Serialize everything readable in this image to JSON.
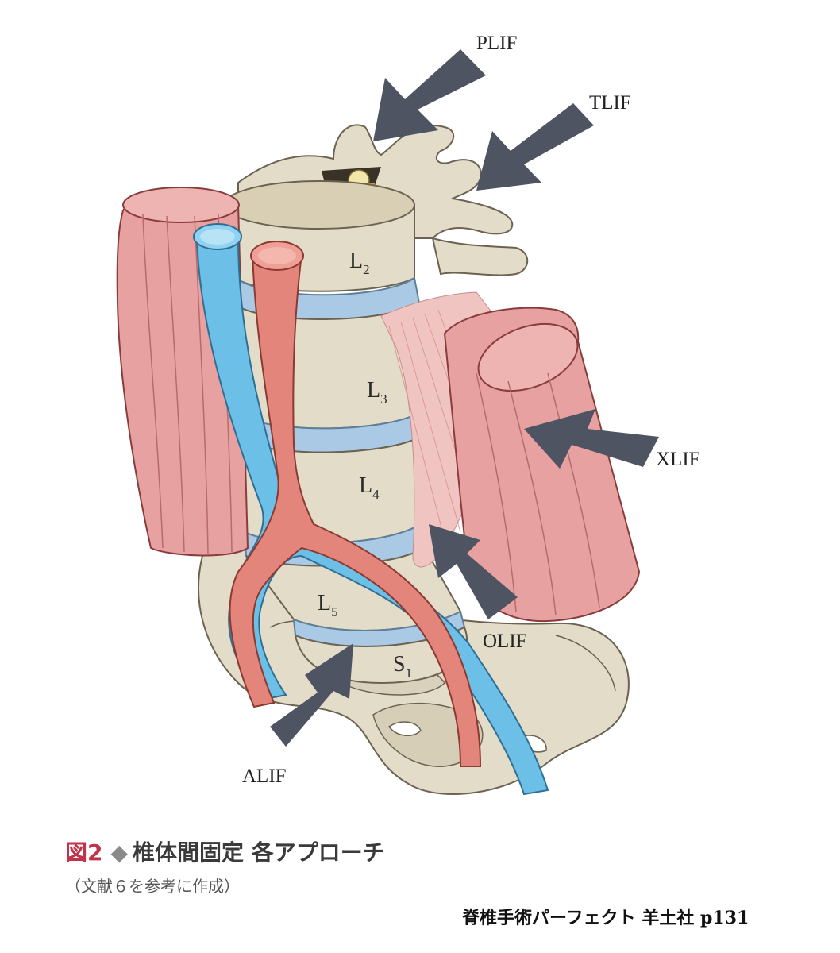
{
  "labels": {
    "plif": "PLIF",
    "tlif": "TLIF",
    "xlif": "XLIF",
    "olif": "OLIF",
    "alif": "ALIF"
  },
  "vertebrae": {
    "l2": "L",
    "l2_sub": "2",
    "l3": "L",
    "l3_sub": "3",
    "l4": "L",
    "l4_sub": "4",
    "l5": "L",
    "l5_sub": "5",
    "s1": "S",
    "s1_sub": "1"
  },
  "caption": {
    "fig_prefix": "図",
    "fig_number": "2",
    "diamond": "◆",
    "title": "椎体間固定 各アプローチ"
  },
  "subcaption": "（文献６を参考に作成）",
  "credit": "脊椎手術パーフェクト 羊土社 p131",
  "colors": {
    "bone": "#e3dcc8",
    "disc": "#a9c9e4",
    "muscle": "#e7a1a1",
    "artery": "#e4857b",
    "vein": "#6cc0e8",
    "arrow": "#4f5463",
    "caption_accent": "#c0334a"
  }
}
